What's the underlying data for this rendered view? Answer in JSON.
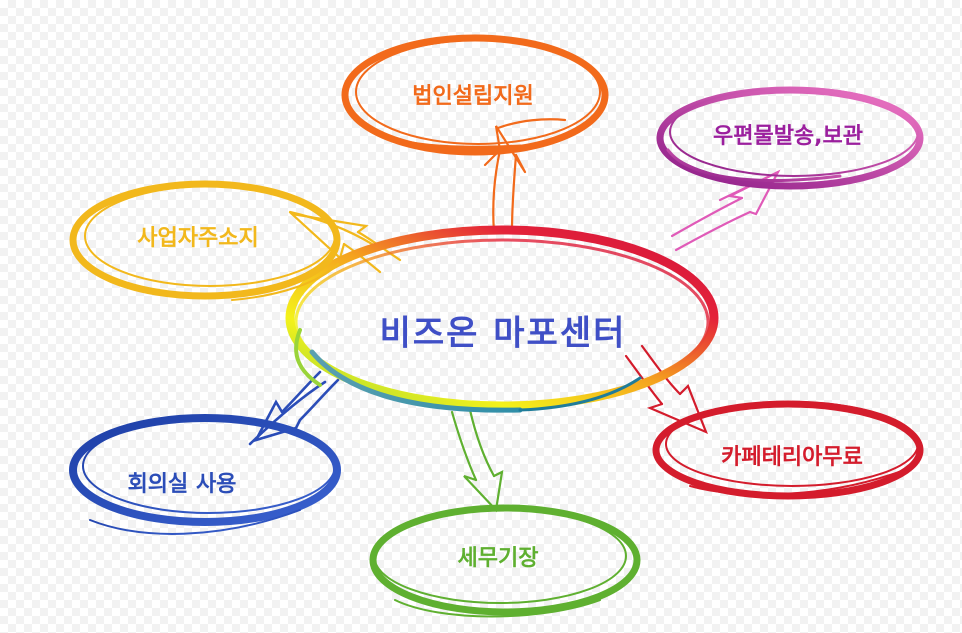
{
  "center": {
    "label": "비즈온 마포센터",
    "color": "#3f4fc6"
  },
  "nodes": [
    {
      "id": "corp",
      "label": "법인설립지원",
      "color": "#f26a1b"
    },
    {
      "id": "mail",
      "label": "우편물발송,보관",
      "color": "#9b1f9e"
    },
    {
      "id": "address",
      "label": "사업자주소지",
      "color": "#f2b81c"
    },
    {
      "id": "cafe",
      "label": "카페테리아무료",
      "color": "#d41c2c"
    },
    {
      "id": "meeting",
      "label": "회의실 사용",
      "color": "#2b4db8"
    },
    {
      "id": "tax",
      "label": "세무기장",
      "color": "#5fb030"
    }
  ]
}
